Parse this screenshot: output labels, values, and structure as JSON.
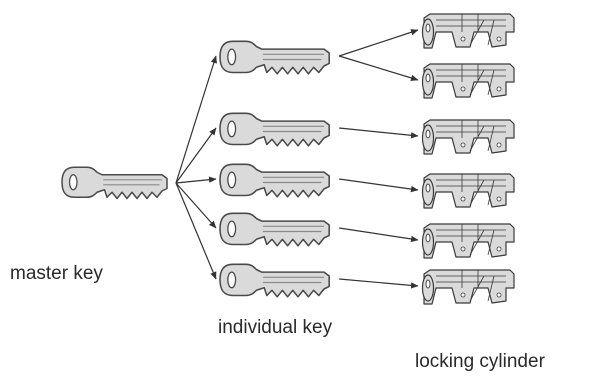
{
  "labels": {
    "master": "master key",
    "individual": "individual key",
    "cylinder": "locking cylinder"
  },
  "diagram": {
    "master_key_count": 1,
    "individual_key_count": 5,
    "cylinder_count": 6,
    "links": [
      {
        "key": 1,
        "cylinders": [
          1,
          2
        ]
      },
      {
        "key": 2,
        "cylinders": [
          3
        ]
      },
      {
        "key": 3,
        "cylinders": [
          4
        ]
      },
      {
        "key": 4,
        "cylinders": [
          5
        ]
      },
      {
        "key": 5,
        "cylinders": [
          6
        ]
      }
    ],
    "colors": {
      "key_fill": "#dadada",
      "key_stroke": "#4a4a4a",
      "cylinder_fill": "#dadada",
      "cylinder_stroke": "#3a3a3a",
      "arrow": "#333333",
      "text": "#2a2a2a"
    }
  }
}
